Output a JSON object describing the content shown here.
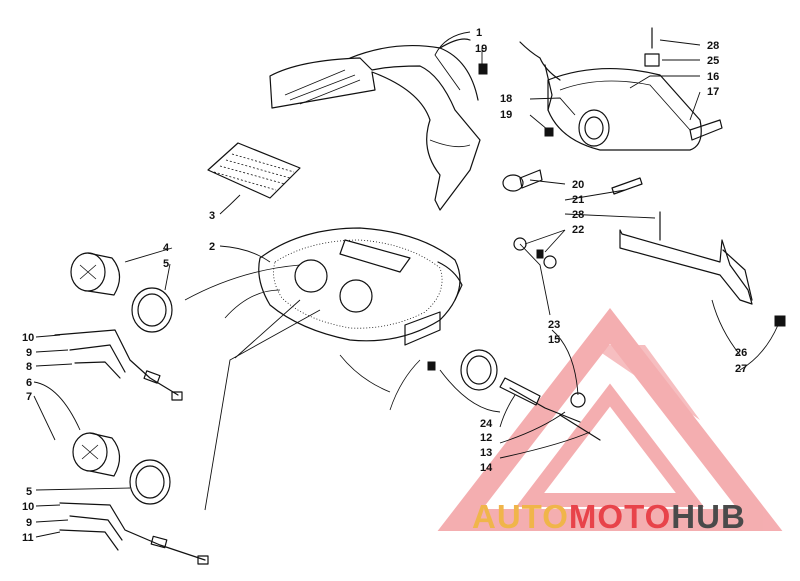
{
  "callouts": {
    "c1": "1",
    "c19a": "19",
    "c28a": "28",
    "c25": "25",
    "c16": "16",
    "c17": "17",
    "c18": "18",
    "c19b": "19",
    "c20": "20",
    "c21": "21",
    "c28b": "28",
    "c22": "22",
    "c3": "3",
    "c2": "2",
    "c4": "4",
    "c5a": "5",
    "c10a": "10",
    "c9a": "9",
    "c8": "8",
    "c6": "6",
    "c7": "7",
    "c23": "23",
    "c15": "15",
    "c26": "26",
    "c27": "27",
    "c24": "24",
    "c12": "12",
    "c13": "13",
    "c14": "14",
    "c5b": "5",
    "c10b": "10",
    "c9b": "9",
    "c11": "11"
  },
  "watermark": {
    "word1": "AUTO",
    "word2": "MOTO",
    "word3": "HUB",
    "color_primary": "#f0b54a",
    "color_secondary": "#e8434a",
    "color_dark": "#4a4a4a"
  }
}
